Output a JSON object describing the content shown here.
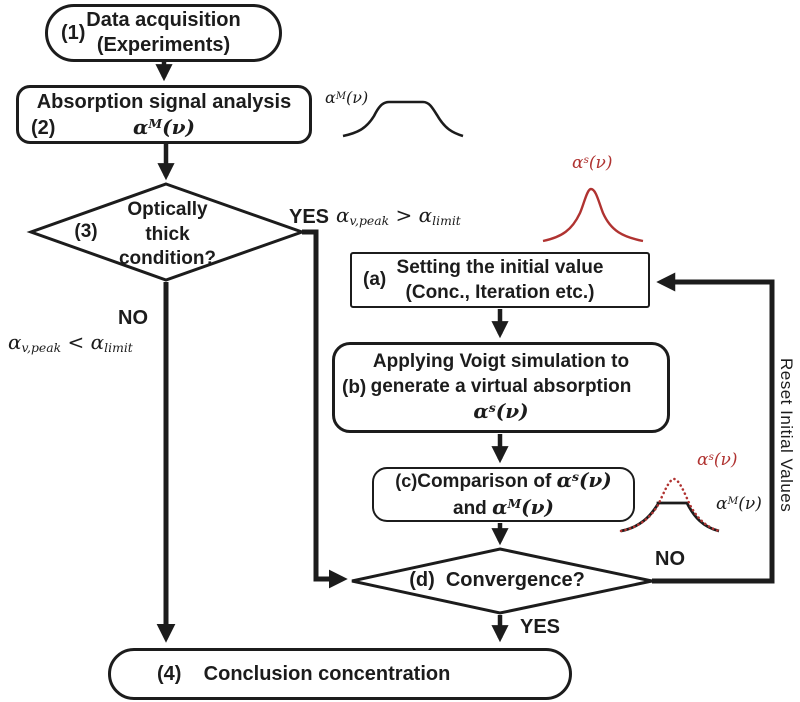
{
  "palette": {
    "ink": "#1c1c1c",
    "red": "#b03331",
    "bg": "#ffffff"
  },
  "math": {
    "alpha": "α",
    "sup_m": "M",
    "sup_s": "s",
    "nu_paren": "(ν)",
    "sub_vpeak": "v,peak",
    "sub_limit": "limit",
    "gt": ">",
    "lt": "<"
  },
  "nodes": {
    "acquisition": {
      "tag": "(1)",
      "line1": "Data acquisition",
      "line2": "(Experiments)"
    },
    "analysis": {
      "tag": "(2)",
      "line1": "Absorption signal analysis"
    },
    "optically": {
      "tag": "(3)",
      "line1": "Optically",
      "line2": "thick",
      "line3": "condition?"
    },
    "initial": {
      "tag": "(a)",
      "line1": "Setting the initial value",
      "line2": "(Conc., Iteration etc.)"
    },
    "voigt": {
      "tag": "(b)",
      "line1": "Applying Voigt simulation to",
      "line2": "generate a virtual absorption"
    },
    "comparison": {
      "tag": "(c)",
      "line1_text": "Comparison of",
      "line2_text": "and"
    },
    "convergence": {
      "tag": "(d)",
      "label": "Convergence?"
    },
    "conclusion": {
      "tag": "(4)",
      "label": "Conclusion concentration"
    }
  },
  "edges": {
    "yes_top": "YES",
    "no_left": "NO",
    "no_right": "NO",
    "yes_bottom": "YES",
    "reset": "Reset Initial Values"
  }
}
